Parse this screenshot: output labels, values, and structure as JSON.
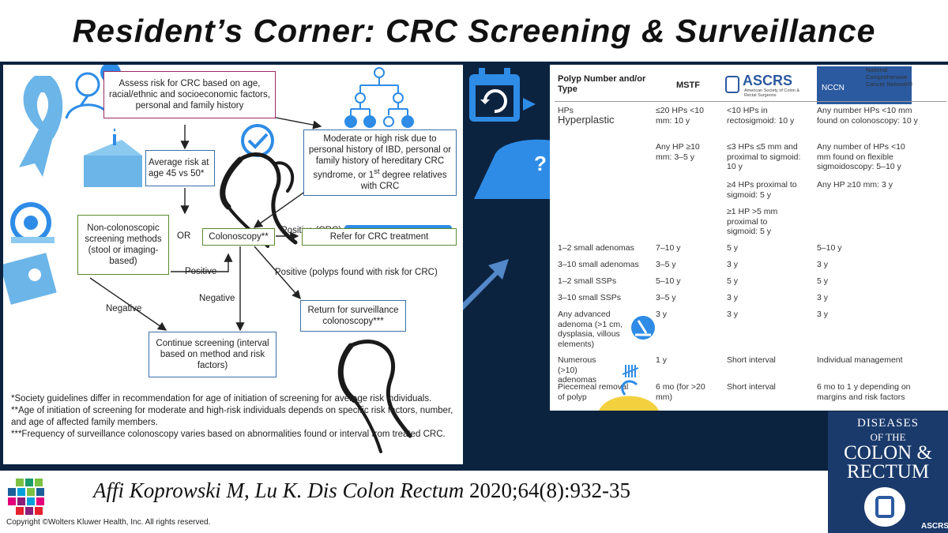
{
  "title": "Resident’s Corner: CRC Screening & Surveillance",
  "colors": {
    "band": "#0c2340",
    "accent_blue": "#2e8ce6",
    "magenta_border": "#9b2a63",
    "green_border": "#5b8b2e",
    "journal_bg": "#1a3a6b"
  },
  "icons": [
    "ribbon-icon",
    "person-thinking-icon",
    "cake-icon",
    "ct-scanner-icon",
    "stool-test-icon",
    "family-tree-icon",
    "checkmark-icon",
    "endoscope-icon",
    "calendar-refresh-icon",
    "question-dome-icon",
    "microscope-icon",
    "tally-icon",
    "polyp-icon",
    "arrow-icon",
    "wolters-kluwer-logo"
  ],
  "flowchart": {
    "assess": "Assess risk for CRC based on age, racial/ethnic and socioeconomic factors, personal and family history",
    "average_a": "Average risk at",
    "average_b": "age 45 vs 50*",
    "moderate_a": "Moderate or high risk due to personal history of IBD, personal or family history of hereditary CRC syndrome, or 1",
    "moderate_sup": "st",
    "moderate_b": " degree relatives with CRC",
    "noncolon": "Non-colonoscopic screening methods (stool or imaging-based)",
    "or": "OR",
    "colonoscopy": "Colonoscopy**",
    "positive_crc": "Positive (CRC)",
    "refer": "Refer for CRC treatment",
    "positive": "Positive",
    "positive_polyps": "Positive (polyps found with risk for CRC)",
    "negative_left": "Negative",
    "negative_mid": "Negative",
    "surveillance": "Return for surveillance colonoscopy***",
    "continue": "Continue screening (interval based on method and risk factors)",
    "notes": [
      "*Society guidelines differ in recommendation for age of initiation of screening for average risk individuals.",
      "**Age of initiation of screening for moderate and high-risk individuals depends on specific risk factors, number, and age of affected family members.",
      "***Frequency of surveillance colonoscopy varies based on abnormalities found or interval from treated CRC."
    ]
  },
  "table": {
    "header": {
      "col1": "Polyp Number and/or Type",
      "col2": "MSTF",
      "ascrs": "ASCRS",
      "ascrs_sub": "American Society of Colon & Rectal Surgeons",
      "nccn": "NCCN",
      "nccn_sub": "National Comprehensive Cancer Network®"
    },
    "hps_label": "HPs",
    "hps_big": "Hyperplastic",
    "hp_rows": [
      {
        "mstf": "≤20 HPs <10 mm: 10 y",
        "ascrs": "<10 HPs in rectosigmoid: 10 y",
        "nccn": "Any number HPs <10 mm found on colonoscopy: 10 y"
      },
      {
        "mstf": "Any HP ≥10 mm: 3–5 y",
        "ascrs": "≤3 HPs ≤5 mm and proximal to sigmoid: 10 y",
        "nccn": "Any number of HPs <10 mm found on flexible sigmoidoscopy: 5–10 y"
      },
      {
        "mstf": "",
        "ascrs": "≥4 HPs proximal to sigmoid: 5 y",
        "nccn": "Any HP ≥10 mm: 3 y"
      },
      {
        "mstf": "",
        "ascrs": "≥1 HP >5 mm proximal to sigmoid: 5 y",
        "nccn": ""
      }
    ],
    "rows": [
      {
        "type": "1–2 small adenomas",
        "mstf": "7–10 y",
        "ascrs": "5 y",
        "nccn": "5–10 y"
      },
      {
        "type": "3–10 small adenomas",
        "mstf": "3–5 y",
        "ascrs": "3 y",
        "nccn": "3 y"
      },
      {
        "type": "1–2 small SSPs",
        "mstf": "5–10 y",
        "ascrs": "5 y",
        "nccn": "5 y"
      },
      {
        "type": "3–10 small SSPs",
        "mstf": "3–5 y",
        "ascrs": "3 y",
        "nccn": "3 y"
      },
      {
        "type": "Any advanced adenoma (>1 cm, dysplasia, villous elements)",
        "mstf": "3 y",
        "ascrs": "3 y",
        "nccn": "3 y"
      },
      {
        "type": "Numerous (>10) adenomas",
        "mstf": "1 y",
        "ascrs": "Short interval",
        "nccn": "Individual management"
      },
      {
        "type": "Piecemeal removal of polyp",
        "mstf": "6 mo (for >20 mm)",
        "ascrs": "Short interval",
        "nccn": "6 mo to 1 y depending on margins and risk factors"
      }
    ]
  },
  "question_mark": "?",
  "citation": {
    "authors": "Affi Koprowski M, Lu K. Dis Colon Rectum",
    "volume": "2020;64(8):932-35"
  },
  "copyright": "Copyright ©Wolters Kluwer Health, Inc. All rights reserved.",
  "journal": {
    "line1": "DISEASES",
    "line2": "OF THE",
    "line3": "COLON &",
    "line4": "RECTUM",
    "ascrs": "ASCRS"
  }
}
